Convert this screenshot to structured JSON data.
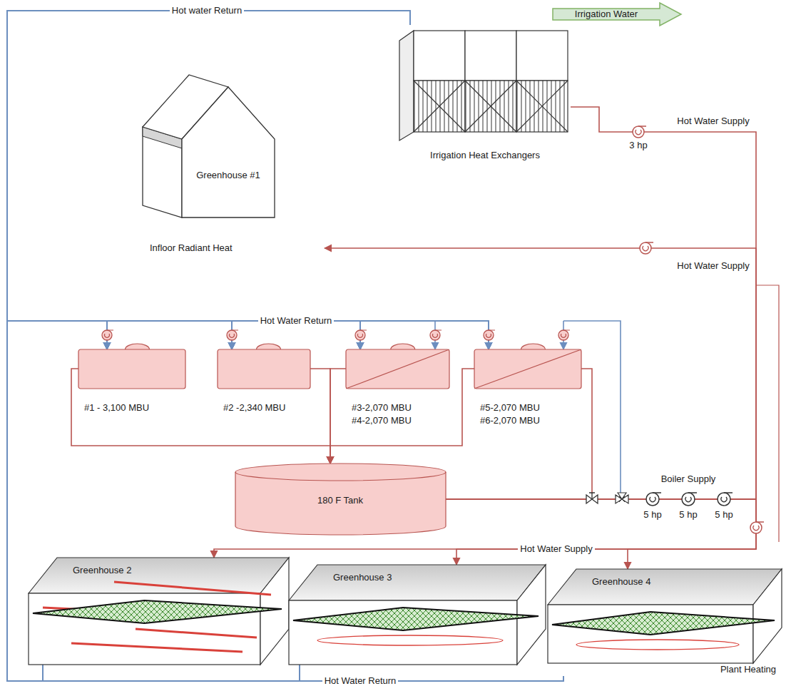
{
  "diagram": {
    "nodes": [
      {
        "text": [
          "Irrigation Heat Exchangers"
        ]
      },
      {
        "text": [
          "Greenhouse #1",
          "Infloor Radiant Heat"
        ]
      },
      {
        "text": [
          "#1 - 3,100 MBU"
        ]
      },
      {
        "text": [
          "#2 -2,340 MBU"
        ]
      },
      {
        "text": [
          "#3-2,070 MBU",
          "#4-2,070 MBU"
        ]
      },
      {
        "text": [
          "#5-2,070 MBU",
          "#6-2,070 MBU"
        ]
      },
      {
        "text": [
          "180 F Tank"
        ]
      },
      {
        "text": [
          "Greenhouse 2"
        ]
      },
      {
        "text": [
          "Greenhouse 3"
        ]
      },
      {
        "text": [
          "Greenhouse 4",
          "Plant Heating"
        ]
      }
    ],
    "edges": [
      {
        "from": 2,
        "to": 6,
        "arrow": "to"
      },
      {
        "from": 3,
        "to": 6,
        "arrow": "to"
      },
      {
        "from": 4,
        "to": 6,
        "arrow": "to"
      },
      {
        "from": 5,
        "to": 6,
        "arrow": "to"
      },
      {
        "from": 6,
        "to": 0,
        "arrow": "none"
      },
      {
        "from": 6,
        "to": 1,
        "arrow": "to"
      },
      {
        "from": 6,
        "to": 7,
        "arrow": "to"
      },
      {
        "from": 6,
        "to": 8,
        "arrow": "to"
      },
      {
        "from": 6,
        "to": 9,
        "arrow": "to"
      },
      {
        "from": 0,
        "to": 2,
        "arrow": "to"
      },
      {
        "from": 0,
        "to": 3,
        "arrow": "to"
      },
      {
        "from": 0,
        "to": 4,
        "arrow": "to"
      },
      {
        "from": 0,
        "to": 5,
        "arrow": "to"
      },
      {
        "from": 7,
        "to": 2,
        "arrow": "to"
      },
      {
        "from": 7,
        "to": 3,
        "arrow": "to"
      },
      {
        "from": 7,
        "to": 4,
        "arrow": "to"
      },
      {
        "from": 7,
        "to": 5,
        "arrow": "to"
      },
      {
        "from": 8,
        "to": 2,
        "arrow": "to"
      },
      {
        "from": 8,
        "to": 3,
        "arrow": "to"
      },
      {
        "from": 8,
        "to": 4,
        "arrow": "to"
      },
      {
        "from": 8,
        "to": 5,
        "arrow": "to"
      },
      {
        "from": 9,
        "to": 2,
        "arrow": "to"
      },
      {
        "from": 9,
        "to": 3,
        "arrow": "to"
      },
      {
        "from": 9,
        "to": 4,
        "arrow": "to"
      },
      {
        "from": 9,
        "to": 5,
        "arrow": "to"
      }
    ],
    "labels": [
      "Irrigation Water",
      "Hot water Return",
      "3 hp",
      "Hot Water Supply",
      "Hot Water Supply",
      "Hot Water Return",
      "Boiler Supply",
      "5 hp",
      "5 hp",
      "5 hp",
      "Hot Water Supply",
      "Hot Water Return"
    ]
  }
}
